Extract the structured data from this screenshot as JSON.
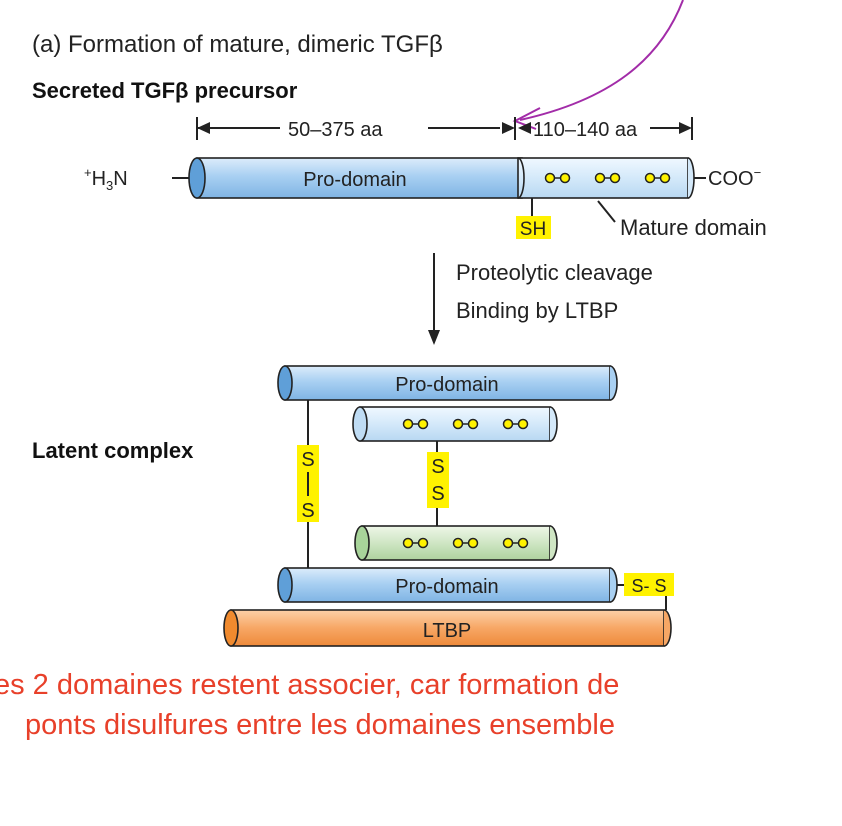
{
  "panel_title": "(a)  Formation of mature, dimeric TGFβ",
  "precursor_heading": "Secreted TGFβ precursor",
  "dim_left": "50–375 aa",
  "dim_right": "110–140 aa",
  "n_terminus": {
    "prefix": "+",
    "main": "H",
    "sub": "3",
    "suffix": "N"
  },
  "c_terminus": {
    "main": "COO",
    "sup": "−"
  },
  "pro_domain_label": "Pro-domain",
  "sh_label": "SH",
  "mature_domain_label": "Mature domain",
  "step1": "Proteolytic cleavage",
  "step2": "Binding by LTBP",
  "latent_complex_label": "Latent complex",
  "disulfide_letter": "S",
  "ss_bridge_label": "S- S",
  "ltbp_label": "LTBP",
  "note_line1": "es 2 domaines restent associer, car formation de",
  "note_line2": "ponts disulfures entre les domaines ensemble",
  "colors": {
    "pro_domain_fill": "#a8d0f0",
    "pro_domain_cap": "#5f9fd8",
    "mature_fill": "#d9ecfa",
    "mature_green_fill": "#cfe6c4",
    "mature_green_cap": "#a8d49a",
    "ltbp_fill": "#f7a765",
    "ltbp_cap": "#f08a2e",
    "highlight_yellow": "#fff200",
    "annotation_red": "#e8402a",
    "pen_purple": "#a22ca8"
  }
}
